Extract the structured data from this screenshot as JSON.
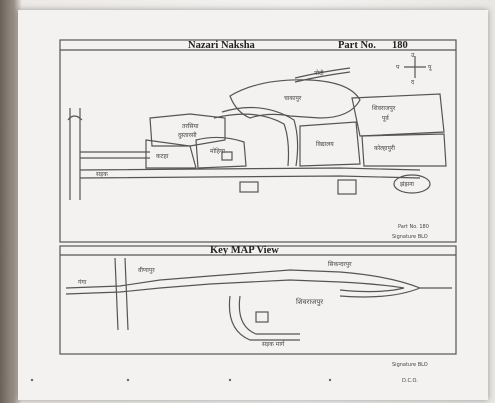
{
  "sheet": {
    "title": "Nazari Naksha",
    "part_label": "Part No.",
    "part_number": "180",
    "key_map_title": "Key MAP View"
  },
  "upper_map": {
    "labels": {
      "nodi": "नोदी",
      "chunkpur": "चाकापुर",
      "tarsiya": "तरसिया",
      "dustarsi": "दुस्तारसी",
      "kataha": "कटहा",
      "mahiya": "मोहिया",
      "shivrajpur_top": "शिवराजपुर",
      "vidyalaya": "विद्यालय",
      "poorva_top": "पूर्व",
      "kolhapuri": "कोल्हापुरी",
      "jhanjhana": "झंझना",
      "road": "सड़क"
    }
  },
  "key_map": {
    "labels": {
      "vinapur": "वीणापुर",
      "sikandrapur": "सिकन्दरपुर",
      "shivrajpur": "शिवराजपुर",
      "ganga": "गंगा",
      "road_bottom": "सड़क मार्ग"
    }
  },
  "signature": {
    "label": "Signature BLO",
    "upper_note": "Part No. 180",
    "bottom_note": "Signature BLO",
    "bottom_sub": "D.C.O."
  },
  "compass": {
    "n": "उ",
    "s": "द",
    "e": "पू",
    "w": "प"
  }
}
